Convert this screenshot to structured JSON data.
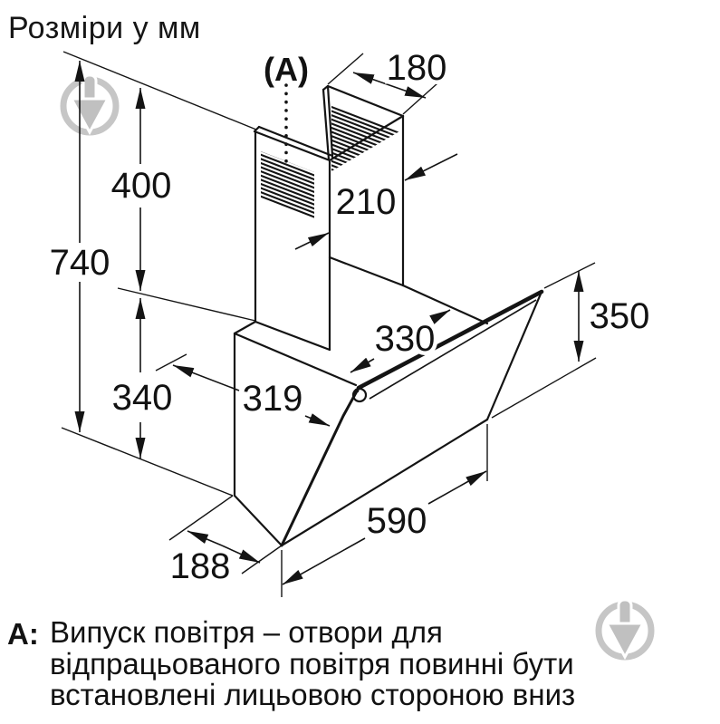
{
  "title": "Розміри у мм",
  "vent_ref": "(A)",
  "dimensions": {
    "total_height": "740",
    "chimney_height": "400",
    "body_height": "340",
    "chimney_top_width": "180",
    "chimney_depth": "210",
    "top_depth": "330",
    "body_depth": "319",
    "glass_height": "350",
    "glass_width": "590",
    "bottom_depth": "188"
  },
  "note": {
    "prefix": "A:",
    "lines": [
      "Випуск повітря – отвори для",
      "відпрацьованого повітря повинні бути",
      "встановлені лицьовою стороною вниз"
    ]
  },
  "colors": {
    "line": "#141414",
    "watermark": "#c6c6c6",
    "background": "#ffffff"
  }
}
